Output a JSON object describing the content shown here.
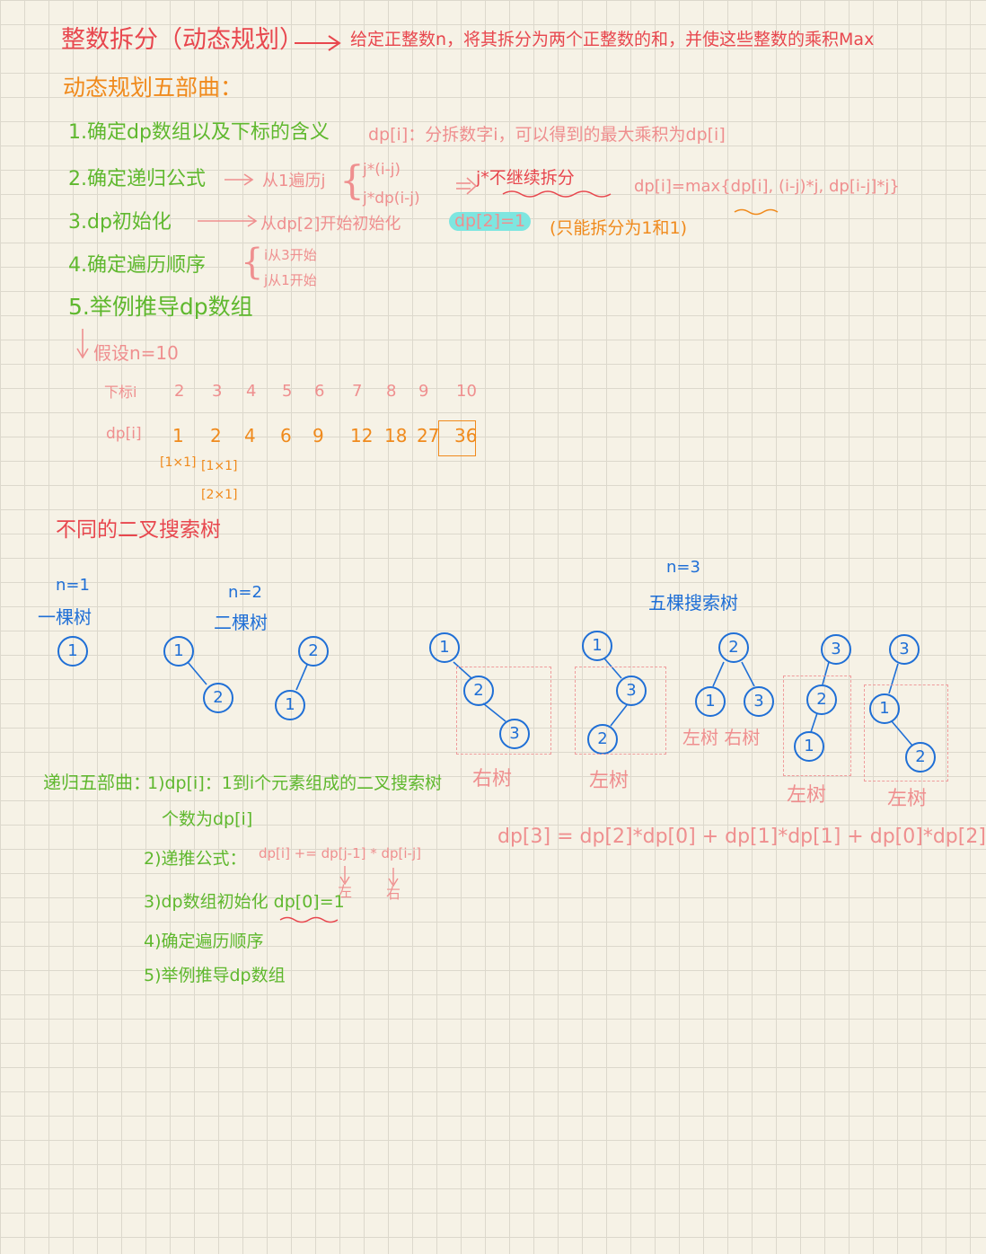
{
  "header": {
    "title": "整数拆分（动态规划）",
    "description": "给定正整数n，将其拆分为两个正整数的和，并使这些整数的乘积Max"
  },
  "five_steps": {
    "heading": "动态规划五部曲：",
    "items": [
      "1.确定dp数组以及下标的含义",
      "2.确定递归公式",
      "3.dp初始化",
      "4.确定遍历顺序",
      "5.举例推导dp数组"
    ],
    "dp_meaning": "dp[i]：分拆数字i，可以得到的最大乘积为dp[i]",
    "recurrence_from": "从1遍历j",
    "recurrence_a": "j*(i-j)",
    "recurrence_b": "j*dp(i-j)",
    "recurrence_note": "j*不继续拆分",
    "recurrence_formula": "dp[i]=max{dp[i], (i-j)*j, dp[i-j]*j}",
    "init_text": "从dp[2]开始初始化",
    "init_value": "dp[2]=1",
    "init_note": "(只能拆分为1和1)",
    "order_i": "i从3开始",
    "order_j": "j从1开始"
  },
  "example": {
    "assume": "假设n=10",
    "index_label": "下标i",
    "dp_label": "dp[i]",
    "indices": [
      "2",
      "3",
      "4",
      "5",
      "6",
      "7",
      "8",
      "9",
      "10"
    ],
    "values": [
      "1",
      "2",
      "4",
      "6",
      "9",
      "12",
      "18",
      "27",
      "36"
    ],
    "note_1": "[1×1]",
    "note_2": "[1×1]",
    "note_3": "[2×1]"
  },
  "bst": {
    "heading": "不同的二叉搜索树",
    "n1_label": "n=1",
    "n1_count": "一棵树",
    "n2_label": "n=2",
    "n2_count": "二棵树",
    "n3_label": "n=3",
    "n3_count": "五棵搜索树",
    "right_tree": "右树",
    "left_tree": "左树",
    "left_right": "左树 右树",
    "formula": "dp[3] = dp[2]*dp[0] + dp[1]*dp[1] + dp[0]*dp[2]"
  },
  "recursion": {
    "heading": "递归五部曲：",
    "step1": "1)dp[i]：1到i个元素组成的二叉搜索树",
    "step1_b": "个数为dp[i]",
    "step2": "2)递推公式：",
    "step2_formula": "dp[i] += dp[j-1] * dp[i-j]",
    "step2_left": "左",
    "step2_right": "右",
    "step3": "3)dp数组初始化 dp[0]=1",
    "step4": "4)确定遍历顺序",
    "step5": "5)举例推导dp数组"
  },
  "colors": {
    "red": "#e8474e",
    "orange": "#f08a1c",
    "green": "#5fb82e",
    "pink": "#ef8f8f",
    "blue": "#1f6fd6",
    "highlight": "#7ee6e0"
  }
}
